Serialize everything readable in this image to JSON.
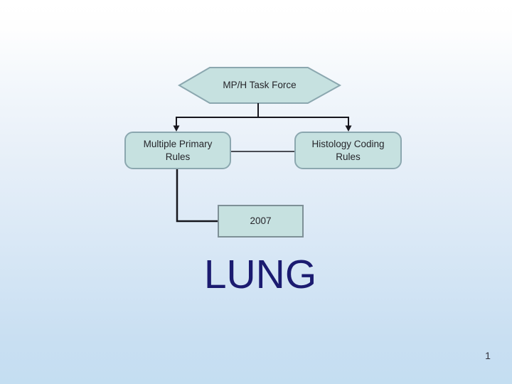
{
  "slide": {
    "title": "LUNG",
    "page_number": "1"
  },
  "diagram": {
    "hexagon_label": "MP/H Task Force",
    "left_box_label": "Multiple Primary Rules",
    "right_box_label": "Histology Coding Rules",
    "year_box_label": "2007"
  },
  "colors": {
    "shape_fill": "#c6e1e0",
    "shape_stroke": "#8ba7af",
    "year_box_stroke": "#7e9097",
    "connector": "#16161d",
    "label_text": "#26262b",
    "title_text": "#1b1b70",
    "page_number_text": "#2e2e38",
    "background_top": "#ffffff",
    "background_bottom": "#c4def1"
  }
}
